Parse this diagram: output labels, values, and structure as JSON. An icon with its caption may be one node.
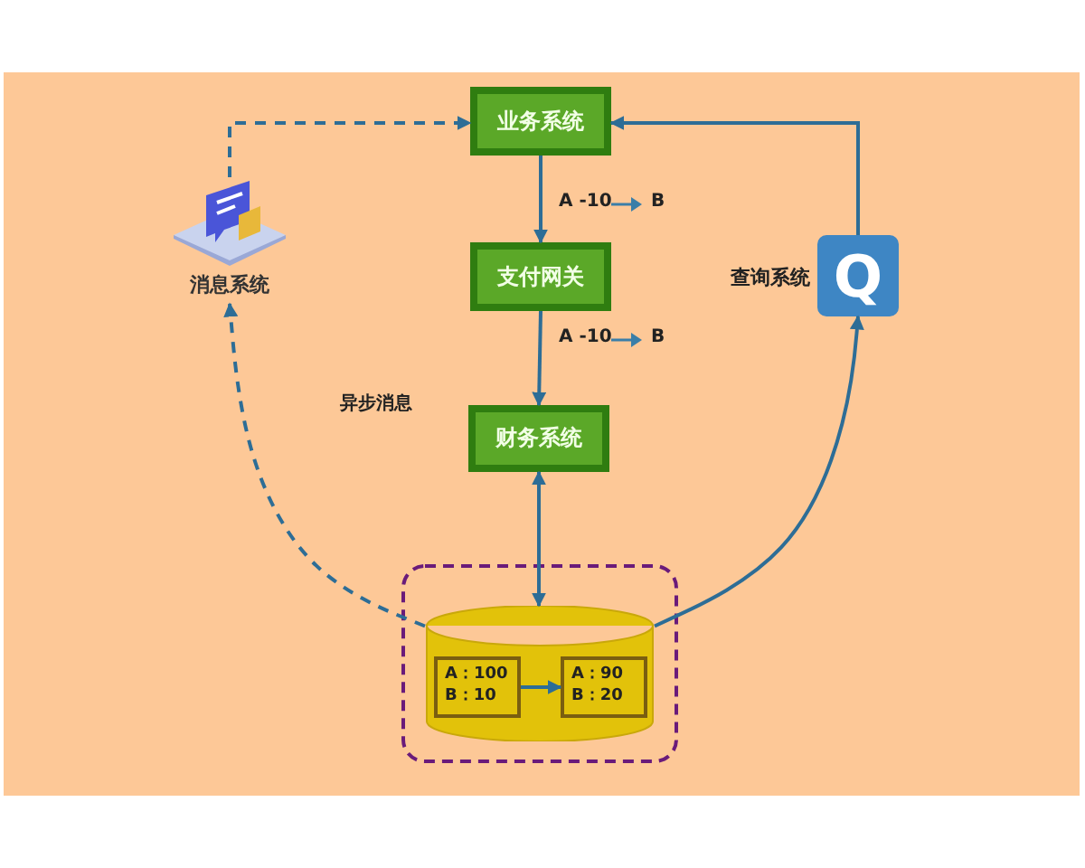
{
  "diagram": {
    "nodes": [
      {
        "text": [
          "业务系统"
        ]
      },
      {
        "text": [
          "支付网关"
        ]
      },
      {
        "text": [
          "财务系统"
        ]
      },
      {
        "text": [],
        "shape": "box"
      },
      {
        "text": [],
        "shape": "cylinder",
        "in": 3
      },
      {
        "text": [
          "A：100 B：10"
        ],
        "in": 4
      },
      {
        "text": [
          "A：90 B：20"
        ],
        "in": 4
      },
      {
        "text": [
          "消息系统"
        ]
      },
      {
        "text": [
          "Q"
        ],
        "beside": [
          "查询系统"
        ]
      }
    ],
    "edges": [
      {
        "from": 0,
        "to": 1,
        "arrow": "to"
      },
      {
        "from": 1,
        "to": 2,
        "arrow": "to"
      },
      {
        "from": 2,
        "to": 4,
        "arrow": "both"
      },
      {
        "from": 5,
        "to": 6,
        "arrow": "to"
      },
      {
        "from": 4,
        "to": 7,
        "arrow": "to",
        "style": "dashed"
      },
      {
        "from": 7,
        "to": 0,
        "arrow": "to",
        "style": "dashed"
      },
      {
        "from": 4,
        "to": 8,
        "arrow": "to"
      },
      {
        "from": 8,
        "to": 0,
        "arrow": "to"
      }
    ],
    "labels": [
      "A -10",
      "B",
      "A -10",
      "B",
      "异步消息"
    ]
  }
}
